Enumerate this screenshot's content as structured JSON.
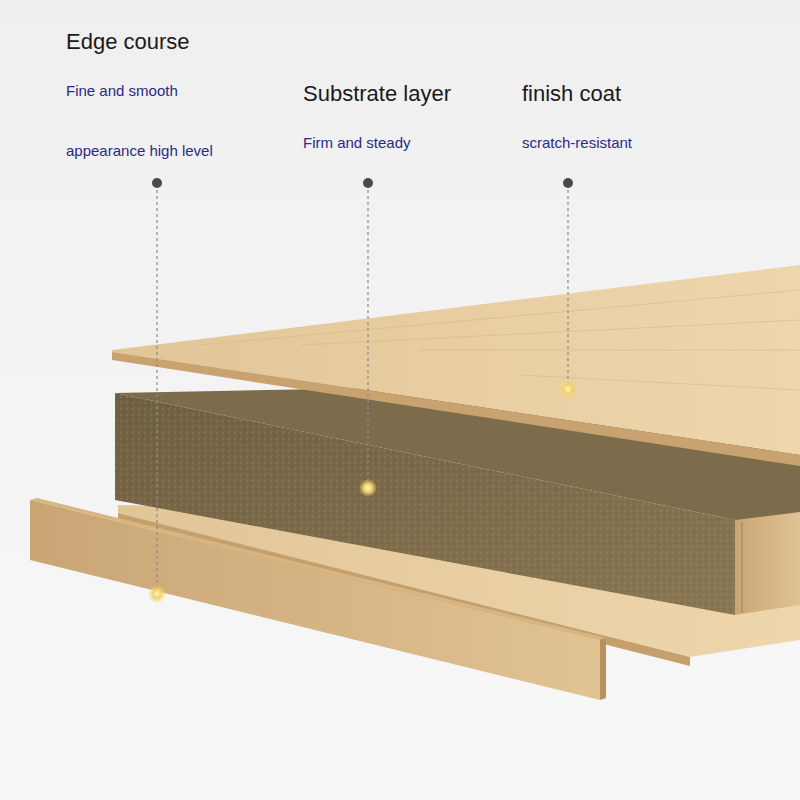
{
  "diagram": {
    "labels": [
      "Edge course",
      "Fine and smooth",
      "appearance high level",
      "Substrate layer",
      "Firm and steady",
      "finish coat",
      "scratch-resistant"
    ]
  }
}
